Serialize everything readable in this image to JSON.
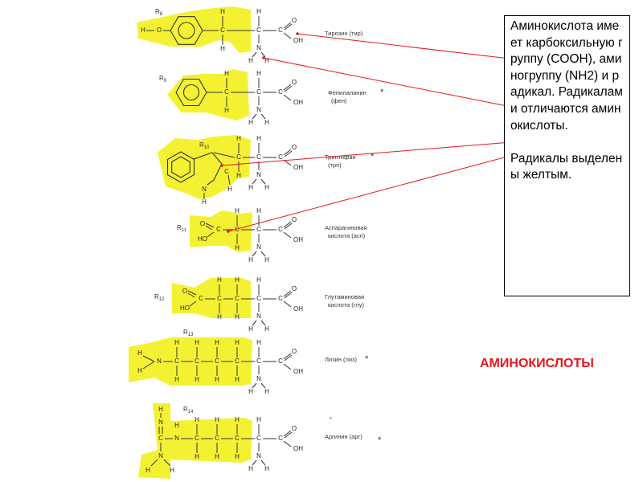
{
  "rows": [
    {
      "r": "R",
      "rsub": "8",
      "name1": "Тирозин (тир)",
      "name2": "",
      "star": false
    },
    {
      "r": "R",
      "rsub": "9",
      "name1": "Фенилаланин",
      "name2": "(фен)",
      "star": true
    },
    {
      "r": "R",
      "rsub": "10",
      "name1": "Триптофан",
      "name2": "(трп)",
      "star": true
    },
    {
      "r": "R",
      "rsub": "11",
      "name1": "Аспарагиновая",
      "name2": "кислота (асп)",
      "star": false
    },
    {
      "r": "R",
      "rsub": "12",
      "name1": "Глутаминовая",
      "name2": "кислота (глу)",
      "star": false
    },
    {
      "r": "R",
      "rsub": "13",
      "name1": "Лизин (лиз)",
      "name2": "",
      "star": true
    },
    {
      "r": "R",
      "rsub": "14",
      "name1": "Аргинин (арг)",
      "name2": "",
      "star": true
    }
  ],
  "atoms": {
    "H": "H",
    "C": "C",
    "N": "N",
    "O": "O",
    "OH": "OH",
    "HO": "HO"
  },
  "star_symbol": "*",
  "textbox": {
    "p1": "Аминокислота имеет карбоксильную группу (COOH), аминогруппу (NH2) и радикал. Радикалами отличаются аминокислоты.",
    "p2": "Радикалы выделены желтым."
  },
  "title": "АМИНОКИСЛОТЫ",
  "colors": {
    "highlight": "#f3f01d",
    "pointer": "#e8171b",
    "title": "#e8171b"
  }
}
